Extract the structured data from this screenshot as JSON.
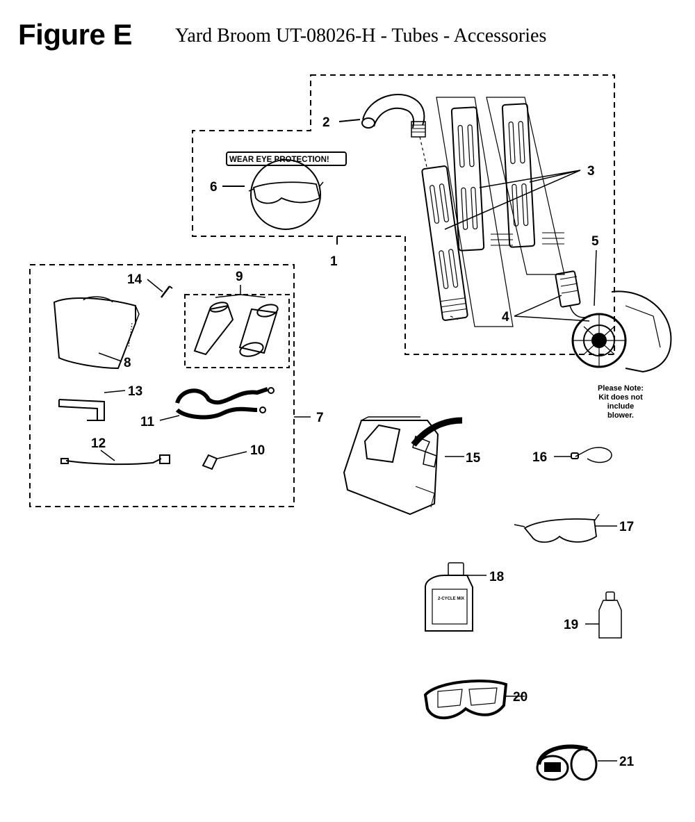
{
  "figure_label": "Figure E",
  "title": "Yard Broom UT-08026-H - Tubes - Accessories",
  "sticker_text": "WEAR EYE PROTECTION!",
  "note_lines": [
    "Please Note:",
    "Kit does not",
    "include",
    "blower."
  ],
  "bottle_label": "2-CYCLE MIX",
  "callouts": {
    "c1": "1",
    "c2": "2",
    "c3": "3",
    "c4": "4",
    "c5": "5",
    "c6": "6",
    "c7": "7",
    "c8": "8",
    "c9": "9",
    "c10": "10",
    "c11": "11",
    "c12": "12",
    "c13": "13",
    "c14": "14",
    "c15": "15",
    "c16": "16",
    "c17": "17",
    "c18": "18",
    "c19": "19",
    "c20": "20",
    "c21": "21"
  }
}
